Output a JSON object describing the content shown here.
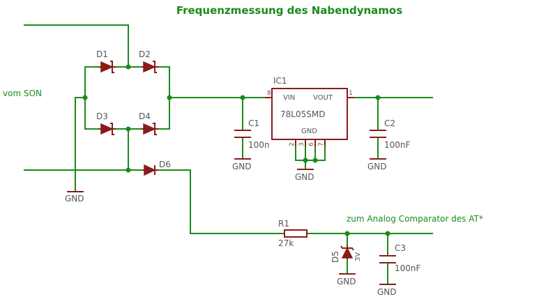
{
  "title": "Frequenzmessung des Nabendynamos",
  "input_label": "vom SON",
  "output_label": "zum Analog Comparator des AT*",
  "parts": {
    "d1": {
      "ref": "D1"
    },
    "d2": {
      "ref": "D2"
    },
    "d3": {
      "ref": "D3"
    },
    "d4": {
      "ref": "D4"
    },
    "d6": {
      "ref": "D6"
    },
    "d5": {
      "ref": "D5",
      "value": "3V"
    },
    "c1": {
      "ref": "C1",
      "value": "100n"
    },
    "c2": {
      "ref": "C2",
      "value": "100nF"
    },
    "c3": {
      "ref": "C3",
      "value": "100nF"
    },
    "r1": {
      "ref": "R1",
      "value": "27k"
    },
    "ic1": {
      "ref": "IC1",
      "value": "78L05SMD",
      "pin_vin": "VIN",
      "pin_vout": "VOUT",
      "pin_gnd": "GND",
      "pin_num_vin": "8",
      "pin_num_vout": "1",
      "pin_nums_gnd": [
        "2",
        "3",
        "6",
        "7"
      ]
    }
  },
  "gnd_label": "GND",
  "colors": {
    "wire": "#1a8a1a",
    "component": "#8b1a1a",
    "label": "#555555"
  }
}
